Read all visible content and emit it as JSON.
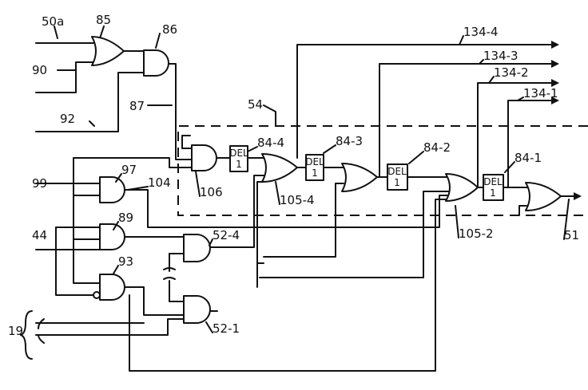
{
  "labels": {
    "in50a": "50a",
    "or85": "85",
    "and86": "86",
    "in90": "90",
    "in92": "92",
    "w87": "87",
    "box54": "54",
    "del84_4": "84-4",
    "del84_3": "84-3",
    "del84_2": "84-2",
    "del84_1": "84-1",
    "in99": "99",
    "and97": "97",
    "w104": "104",
    "g106": "106",
    "or105_4": "105-4",
    "or105_2": "105-2",
    "in44": "44",
    "and89": "89",
    "and52_4": "52-4",
    "and93": "93",
    "and52_1": "52-1",
    "bus19": "19",
    "out51": "51",
    "out134_4": "134-4",
    "out134_3": "134-3",
    "out134_2": "134-2",
    "out134_1": "134-1"
  },
  "delay_text": {
    "top": "DEL",
    "bottom": "1"
  }
}
